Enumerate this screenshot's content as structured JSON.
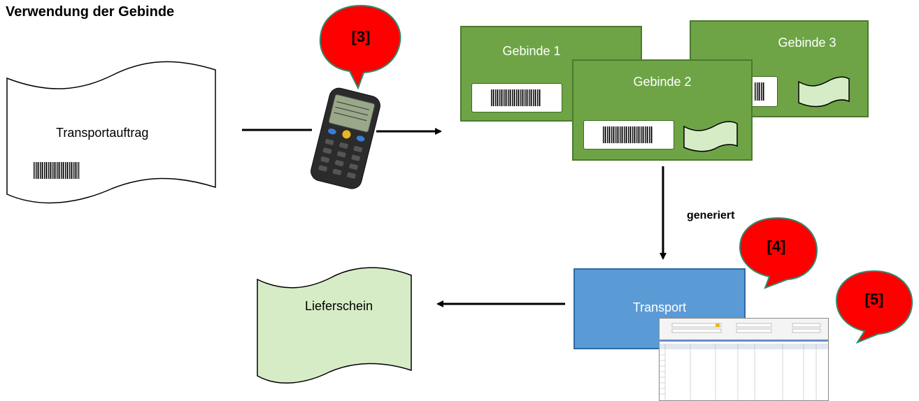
{
  "diagram": {
    "title": "Verwendung der Gebinde",
    "transportauftrag_label": "Transportauftrag",
    "gebinde1_label": "Gebinde 1",
    "gebinde2_label": "Gebinde 2",
    "gebinde3_label": "Gebinde 3",
    "generiert_label": "generiert",
    "transport_label": "Transport",
    "lieferschein_label": "Lieferschein",
    "callout3": "[3]",
    "callout4": "[4]",
    "callout5": "[5]"
  },
  "colors": {
    "gebinde_green": "#6ea446",
    "transport_blue": "#5b9bd5",
    "callout_red": "#ff0000",
    "callout_border": "#2e8b6e",
    "doc_light_green": "#d6ecc6"
  },
  "icons": [
    "barcode-icon",
    "barcode-scanner-icon",
    "document-icon",
    "screenshot-thumbnail"
  ]
}
